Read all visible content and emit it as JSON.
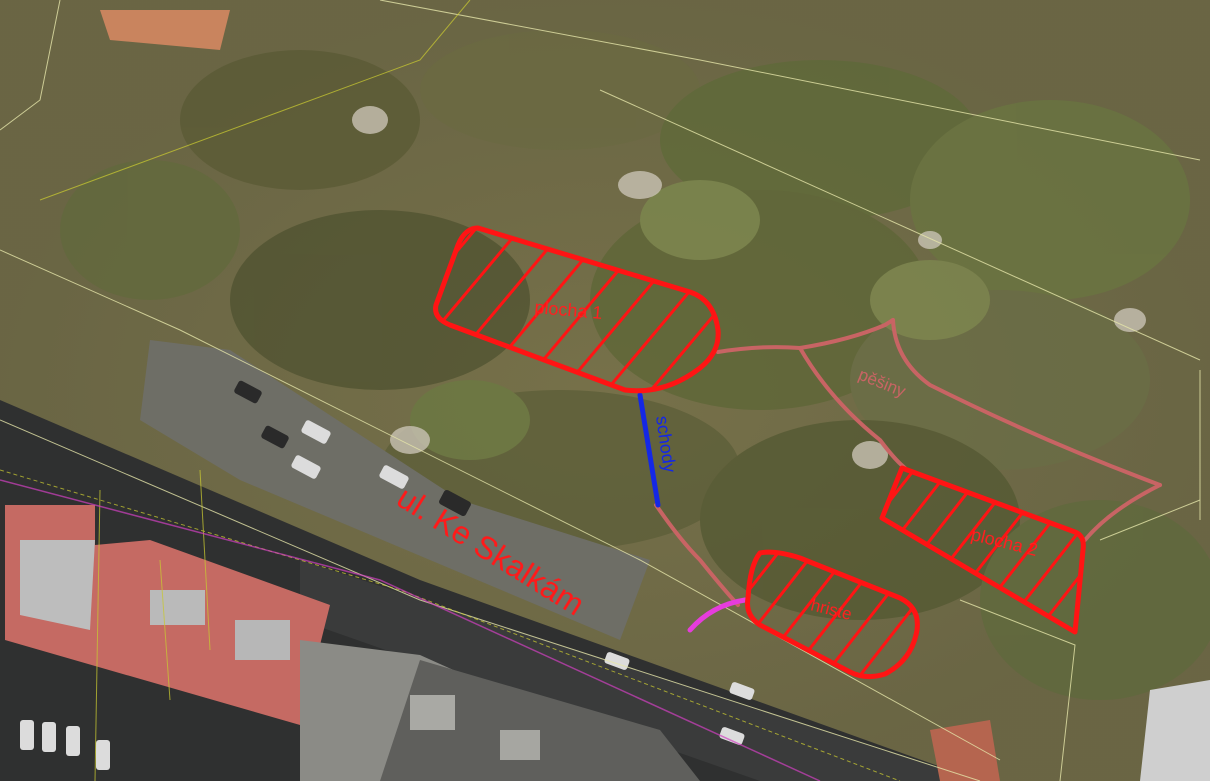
{
  "map": {
    "labels": {
      "plocha1": "plocha 1",
      "plocha2": "plocha 2",
      "hriste": "hriste",
      "schody": "schody",
      "pesiny": "pěšiny",
      "street": "ul. Ke Skalkám"
    },
    "legend_colors": {
      "hatched_area": "#ff1414",
      "paths": "#c86464",
      "stairs": "#1428e6",
      "connector": "#e63cdc",
      "parcel_lines": "#e6e6aa",
      "utility_lines": "#c8c832"
    },
    "icons": {
      "areas": "hatched-polygon",
      "paths": "path-line"
    }
  }
}
